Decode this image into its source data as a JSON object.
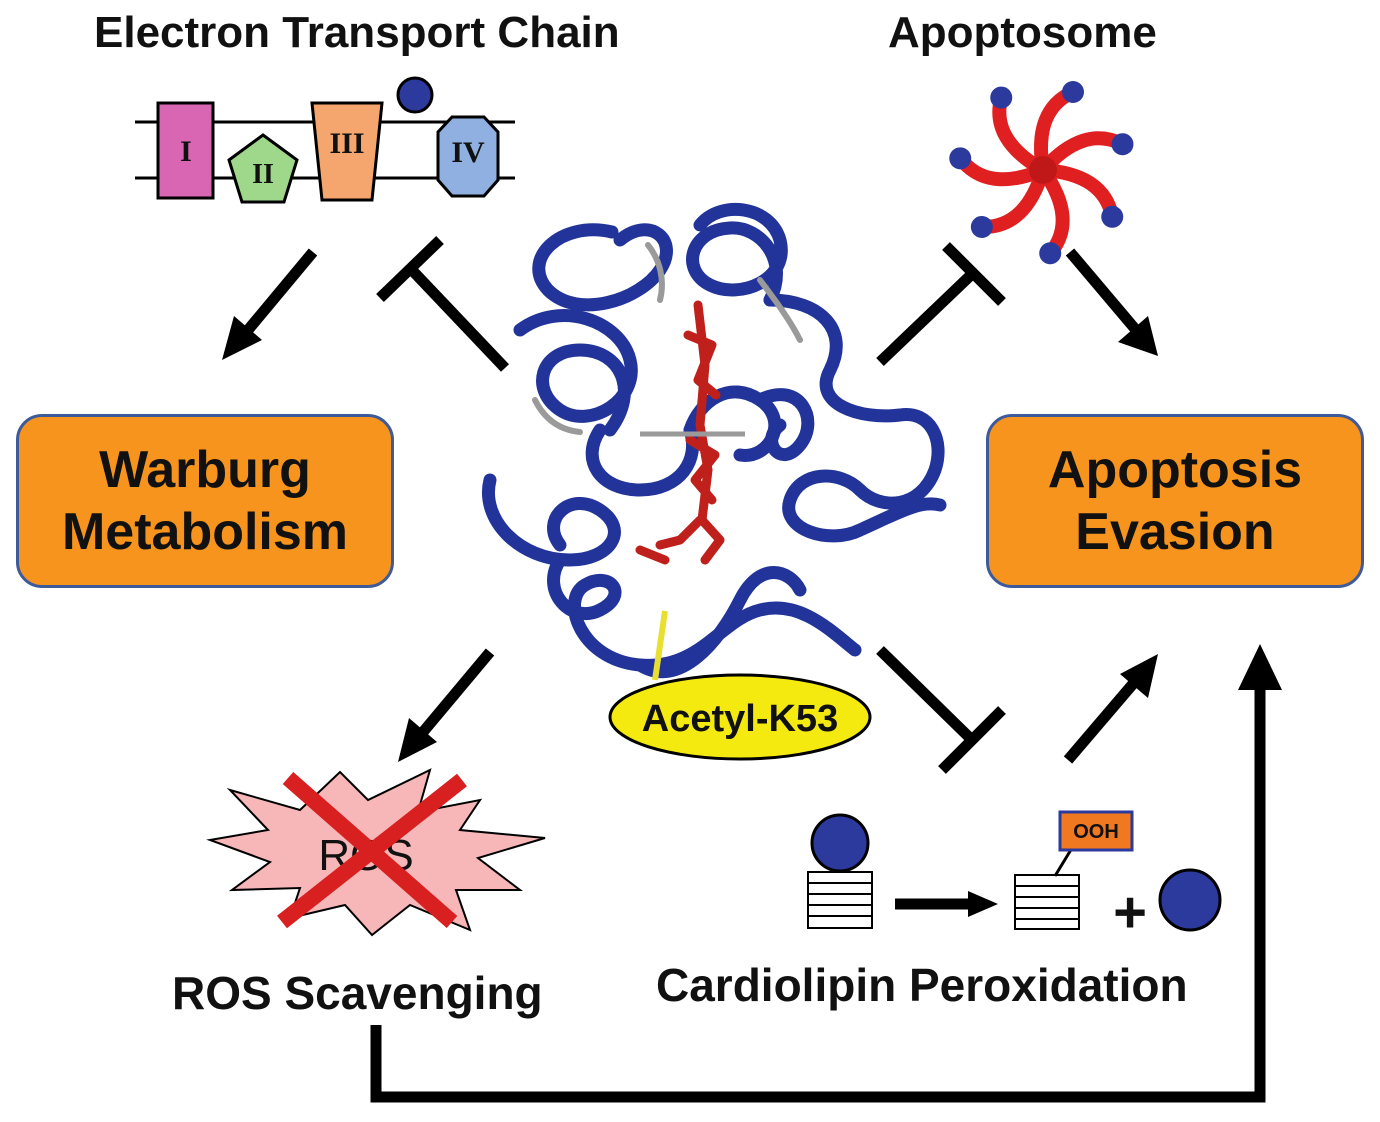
{
  "etc": {
    "title": "Electron Transport Chain",
    "complexes": [
      "I",
      "II",
      "III",
      "IV"
    ],
    "colors": {
      "I": "#d966b3",
      "II": "#9fd88a",
      "III": "#f4a66e",
      "IV": "#8fb0e0",
      "cytc": "#2b3a9c"
    }
  },
  "apoptosome": {
    "title": "Apoptosome",
    "arm_color": "#e02020",
    "tip_color": "#2b3a9c"
  },
  "warburg": {
    "line1": "Warburg",
    "line2": "Metabolism"
  },
  "apoptosis": {
    "line1": "Apoptosis",
    "line2": "Evasion"
  },
  "protein": {
    "ribbon_color": "#22349a",
    "heme_color": "#c0201c",
    "acetyl_label": "Acetyl-K53",
    "acetyl_color": "#f4ea10"
  },
  "ros": {
    "label": "ROS",
    "caption": "ROS Scavenging",
    "burst_color": "#f7b6b8",
    "cross_color": "#d82020"
  },
  "cardiolipin": {
    "caption": "Cardiolipin Peroxidation",
    "ooh_label": "OOH",
    "plus": "+",
    "ooh_color": "#f07820"
  },
  "colors": {
    "box": "#f7941d",
    "box_border": "#3d5a9a",
    "arrow": "#000000"
  }
}
